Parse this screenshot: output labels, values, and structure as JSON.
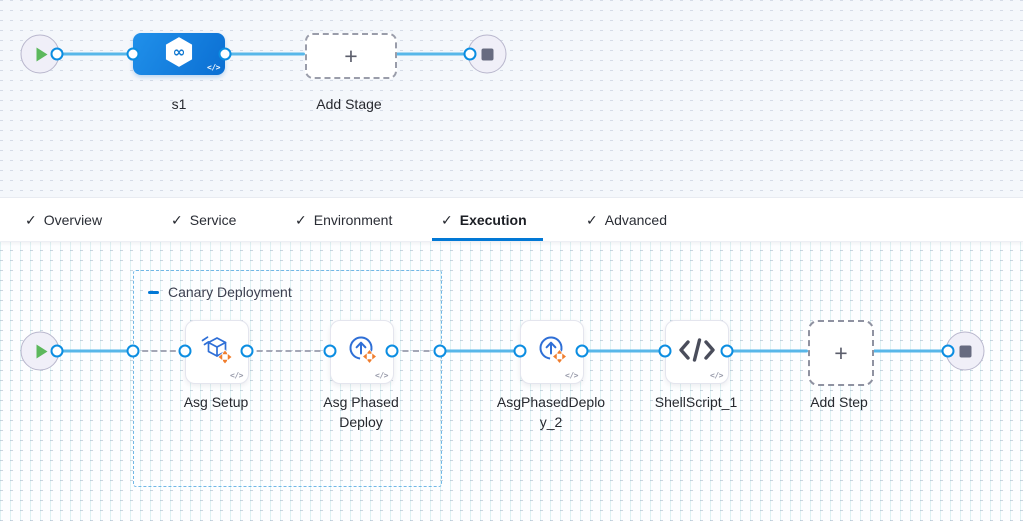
{
  "stage_pipeline": {
    "stage": {
      "name": "s1",
      "icon": "cd-infinity-hexagon",
      "code_badge": "</>"
    },
    "add_stage": {
      "label": "Add Stage",
      "plus_glyph": "+"
    }
  },
  "tabs": {
    "check_glyph": "✓",
    "items": [
      {
        "label": "Overview",
        "checked": true,
        "active": false
      },
      {
        "label": "Service",
        "checked": true,
        "active": false
      },
      {
        "label": "Environment",
        "checked": true,
        "active": false
      },
      {
        "label": "Execution",
        "checked": true,
        "active": true
      },
      {
        "label": "Advanced",
        "checked": true,
        "active": false
      }
    ]
  },
  "execution": {
    "group": {
      "label": "Canary Deployment"
    },
    "steps": [
      {
        "label": "Asg Setup",
        "icon": "asg-setup-cube",
        "code_badge": "</>"
      },
      {
        "label": "Asg Phased Deploy",
        "icon": "asg-phased-deploy",
        "code_badge": "</>"
      },
      {
        "label": "AsgPhasedDeploy_2",
        "icon": "asg-phased-deploy",
        "code_badge": "</>"
      },
      {
        "label": "ShellScript_1",
        "icon": "shell-script-code",
        "code_badge": "</>"
      }
    ],
    "add_step": {
      "label": "Add Step",
      "plus_glyph": "+"
    }
  },
  "colors": {
    "accent_blue": "#0278d5",
    "connector_blue": "#58b7e9",
    "port_ring_blue": "#0b8de1",
    "stage_gradient_start": "#2090ea",
    "stage_gradient_end": "#0b6fd3",
    "icon_blue": "#2f6fd6",
    "move_arrows_orange": "#f07d2d",
    "play_green": "#5cb85c",
    "stop_gray": "#676b80",
    "group_border_blue": "#70b7e6"
  }
}
